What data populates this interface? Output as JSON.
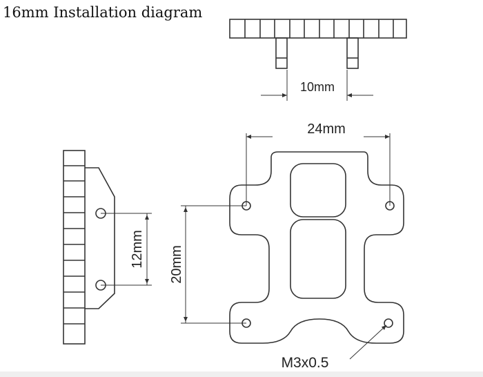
{
  "title": "16mm Installation diagram",
  "dimensions": {
    "pin_spacing": "10mm",
    "plate_width": "24mm",
    "side_hole_spacing": "12mm",
    "plate_hole_spacing": "20mm",
    "thread": "M3x0.5"
  },
  "colors": {
    "line": "#333333",
    "background": "#ffffff"
  }
}
